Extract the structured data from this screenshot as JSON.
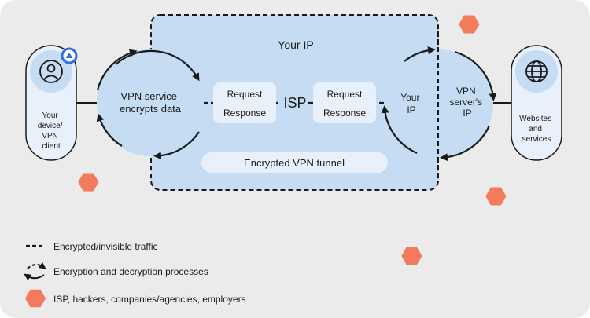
{
  "colors": {
    "background": "#ebebeb",
    "tunnel_fill": "#c5dcf3",
    "circle_fill": "#c5dcf3",
    "pill_fill": "#e7f0fb",
    "pill_border": "#1a1a1a",
    "threat": "#f47a5e",
    "badge": "#2f6ee3",
    "line": "#1a1a1a"
  },
  "tunnel": {
    "your_ip_label": "Your IP",
    "tunnel_label": "Encrypted VPN tunnel",
    "isp_label": "ISP"
  },
  "device": {
    "icon": "user-icon",
    "badge_icon": "vpn-logo-icon",
    "label_lines": [
      "Your",
      "device/",
      "VPN",
      "client"
    ]
  },
  "websites": {
    "icon": "globe-icon",
    "label_lines": [
      "Websites",
      "and",
      "services"
    ]
  },
  "vpn_circle": {
    "label_lines": [
      "VPN service",
      "encrypts data"
    ]
  },
  "server_circle": {
    "left_label_lines": [
      "Your",
      "IP"
    ],
    "right_label_lines": [
      "VPN",
      "server's",
      "IP"
    ]
  },
  "left_box": {
    "request": "Request",
    "response": "Response"
  },
  "right_box": {
    "request": "Request",
    "response": "Response"
  },
  "legend": {
    "encrypted": "Encrypted/invisible traffic",
    "processes": "Encryption and decryption processes",
    "threats": "ISP, hackers, companies/agencies, employers"
  }
}
